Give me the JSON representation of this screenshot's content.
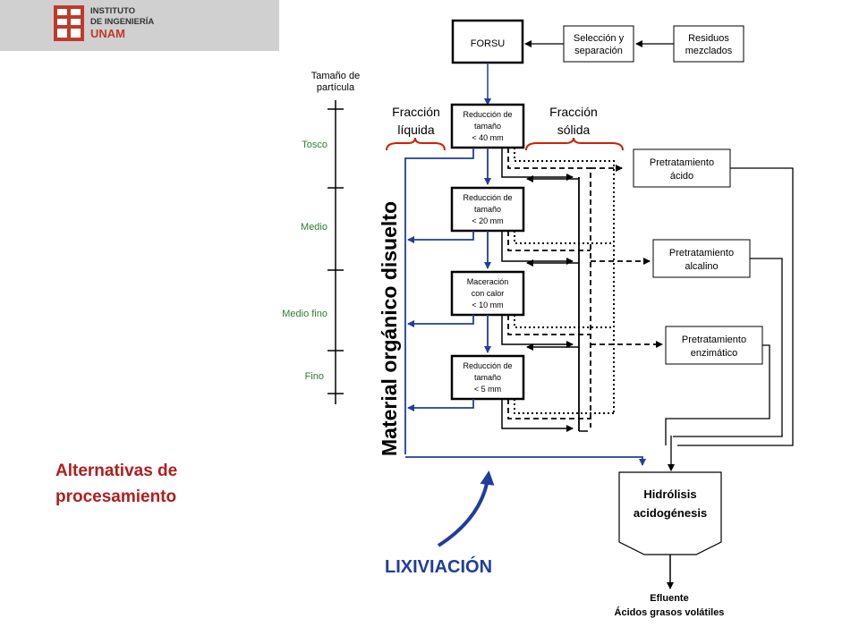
{
  "header": {
    "logo_line1": "INSTITUTO",
    "logo_line2": "DE INGENIERÍA",
    "logo_line3": "UNAM",
    "brand_color": "#c0392b",
    "band_color": "#cccccc"
  },
  "left_panel": {
    "title_line1": "Alternativas de",
    "title_line2": "procesamiento",
    "title_color": "#b01e1e"
  },
  "particle_scale": {
    "heading_line1": "Tamaño de",
    "heading_line2": "partícula",
    "levels": [
      "Tosco",
      "Medio",
      "Medio fino",
      "Fino"
    ],
    "level_color": "#2e7d32"
  },
  "diagram": {
    "forsu": "FORSU",
    "sel_line1": "Selección y",
    "sel_line2": "separación",
    "res_line1": "Residuos",
    "res_line2": "mezclados",
    "fraccion_liquida_1": "Fracción",
    "fraccion_liquida_2": "líquida",
    "fraccion_solida_1": "Fracción",
    "fraccion_solida_2": "sólida",
    "rotated_label": "Material orgánico disuelto",
    "steps": [
      {
        "l1": "Reducción de",
        "l2": "tamaño",
        "l3": "< 40 mm"
      },
      {
        "l1": "Reducción de",
        "l2": "tamaño",
        "l3": "< 20 mm"
      },
      {
        "l1": "Maceración",
        "l2": "con calor",
        "l3": "< 10 mm"
      },
      {
        "l1": "Reducción de",
        "l2": "tamaño",
        "l3": "< 5 mm"
      }
    ],
    "pre_acido_1": "Pretratamiento",
    "pre_acido_2": "ácido",
    "pre_alcalino_1": "Pretratamiento",
    "pre_alcalino_2": "alcalino",
    "pre_enzimatico_1": "Pretratamiento",
    "pre_enzimatico_2": "enzimático",
    "hidro_1": "Hidrólisis",
    "hidro_2": "acidogénesis",
    "efluente_1": "Efluente",
    "efluente_2": "Ácidos grasos volátiles",
    "lixiviacion": "LIXIVIACIÓN",
    "blue": "#1f3e9c",
    "red": "#cc2200"
  }
}
